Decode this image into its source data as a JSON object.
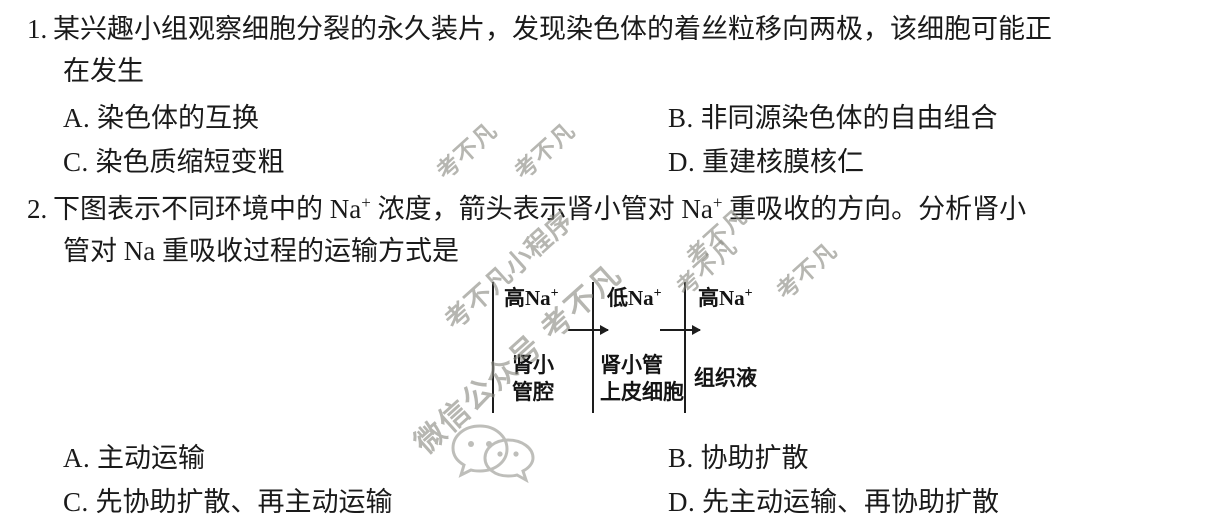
{
  "document": {
    "type": "exam-worksheet",
    "language": "zh-CN",
    "ink_color": "#1a1a1a",
    "watermark_color": "#8a8a82"
  },
  "questions": [
    {
      "number": "1.",
      "stem_line1": "某兴趣小组观察细胞分裂的永久装片，发现染色体的着丝粒移向两极，该细胞可能正",
      "stem_line2": "在发生",
      "options": [
        {
          "letter": "A.",
          "text": "染色体的互换"
        },
        {
          "letter": "B.",
          "text": "非同源染色体的自由组合"
        },
        {
          "letter": "C.",
          "text": "染色质缩短变粗"
        },
        {
          "letter": "D.",
          "text": "重建核膜核仁"
        }
      ]
    },
    {
      "number": "2.",
      "stem_line1_part1": "下图表示不同环境中的 Na",
      "stem_line1_sup": "+",
      "stem_line1_part2": " 浓度，箭头表示肾小管对 Na",
      "stem_line1_sup2": "+",
      "stem_line1_part3": " 重吸收的方向。分析肾小",
      "stem_line2": "管对 Na  重吸收过程的运输方式是",
      "options": [
        {
          "letter": "A.",
          "text": "主动运输"
        },
        {
          "letter": "B.",
          "text": "协助扩散"
        },
        {
          "letter": "C.",
          "text": "先协助扩散、再主动运输"
        },
        {
          "letter": "D.",
          "text": "先主动运输、再协助扩散"
        }
      ]
    }
  ],
  "diagram": {
    "title": "肾小管 Na+ 重吸收示意图",
    "compartments": [
      {
        "concentration_prefix": "高Na",
        "concentration_sup": "+",
        "name_line1": "肾小",
        "name_line2": "管腔"
      },
      {
        "concentration_prefix": "低Na",
        "concentration_sup": "+",
        "name_line1": "肾小管",
        "name_line2": "上皮细胞"
      },
      {
        "concentration_prefix": "高Na",
        "concentration_sup": "+",
        "name_line1": "组织液",
        "name_line2": ""
      }
    ],
    "arrows": [
      {
        "label": "lumen-to-epithelium"
      },
      {
        "label": "epithelium-to-interstitial"
      }
    ]
  },
  "watermarks": [
    {
      "text": "考不凡",
      "style": "small"
    },
    {
      "text": "考不凡",
      "style": "small"
    },
    {
      "text": "考不凡小程序",
      "style": "mid"
    },
    {
      "text": "考不凡",
      "style": "small"
    },
    {
      "text": "微信公众号 考不凡",
      "style": "big"
    },
    {
      "text": "考不凡",
      "style": "small"
    },
    {
      "text": "考不凡",
      "style": "small"
    }
  ]
}
